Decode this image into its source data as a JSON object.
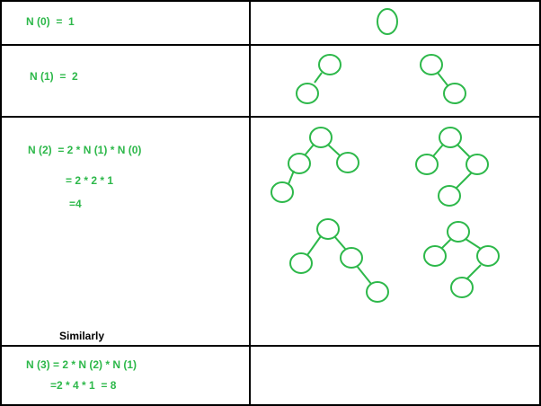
{
  "colors": {
    "text_green": "#2db84a",
    "node_green": "#2db84a",
    "grid": "#000000"
  },
  "rows": {
    "n0": {
      "formula": "N (0)  =  1"
    },
    "n1": {
      "formula": "N (1)  =  2"
    },
    "n2": {
      "formula": "N (2)  = 2 * N (1) * N (0)",
      "step1": "= 2 * 2 * 1",
      "step2": "=4",
      "note": "Similarly"
    },
    "n3": {
      "formula": "N (3) = 2 * N (2) * N (1)",
      "step1": "=2 * 4 * 1  = 8"
    }
  },
  "trees": {
    "n0": [
      {
        "nodes": 1,
        "shape": "single node"
      }
    ],
    "n1": [
      {
        "nodes": 2,
        "shape": "root with left child"
      },
      {
        "nodes": 2,
        "shape": "root with right child"
      }
    ],
    "n2": [
      {
        "nodes": 4,
        "shape": "root with left and right child, left child has left child"
      },
      {
        "nodes": 4,
        "shape": "root with left and right child, right child has left child"
      },
      {
        "nodes": 4,
        "shape": "root with left and right child, right child has right child"
      },
      {
        "nodes": 4,
        "shape": "root with left and right child, right child has left child"
      }
    ]
  }
}
